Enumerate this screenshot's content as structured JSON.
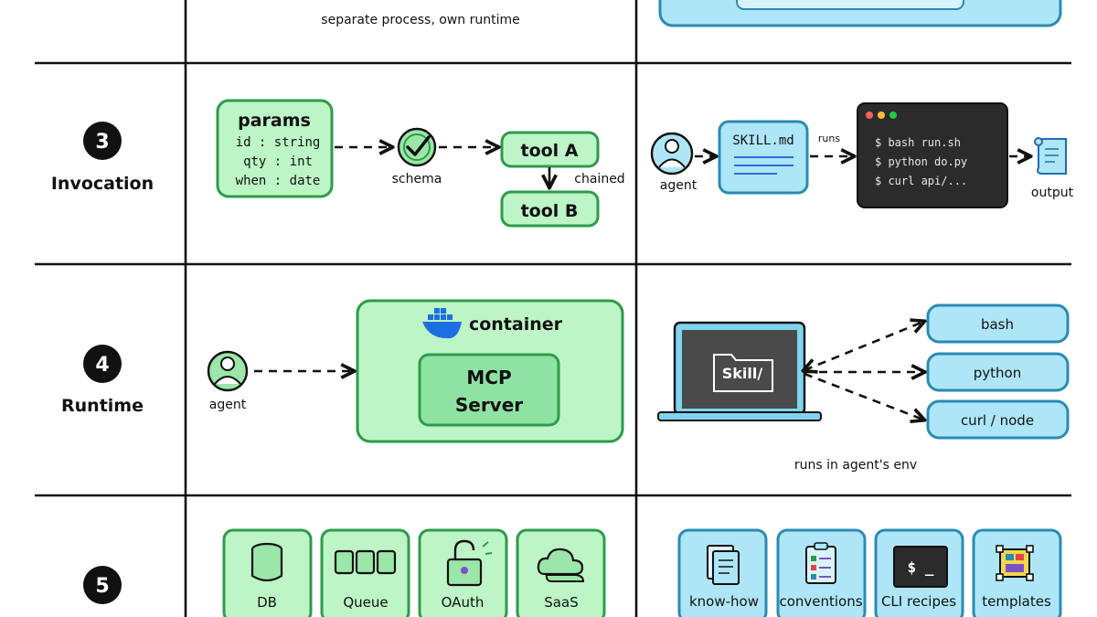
{
  "row2": {
    "caption": "separate process, own runtime"
  },
  "row3": {
    "number": "3",
    "title": "Invocation",
    "params": {
      "heading": "params",
      "lines": [
        "id : string",
        "qty : int",
        "when : date"
      ]
    },
    "schema_label": "schema",
    "tool_a": "tool A",
    "tool_b": "tool B",
    "chained_label": "chained",
    "agent_label": "agent",
    "skill_file": "SKILL.md",
    "runs_label": "runs",
    "terminal_lines": [
      "$ bash run.sh",
      "$ python do.py",
      "$ curl api/..."
    ],
    "output_label": "output"
  },
  "row4": {
    "number": "4",
    "title": "Runtime",
    "agent_label": "agent",
    "container_label": "container",
    "server_line1": "MCP",
    "server_line2": "Server",
    "folder_label": "Skill/",
    "targets": [
      "bash",
      "python",
      "curl / node"
    ],
    "caption": "runs in agent's env"
  },
  "row5": {
    "number": "5",
    "mcp_items": [
      "DB",
      "Queue",
      "OAuth",
      "SaaS"
    ],
    "skill_items": [
      "know-how",
      "conventions",
      "CLI recipes",
      "templates"
    ],
    "cli_prompt": "$ _"
  },
  "colors": {
    "green_fill": "#bdf5c6",
    "green_stroke": "#2e9b4a",
    "blue_fill": "#aee6f7",
    "blue_stroke": "#2a8bb4",
    "terminal": "#2b2b2b"
  }
}
